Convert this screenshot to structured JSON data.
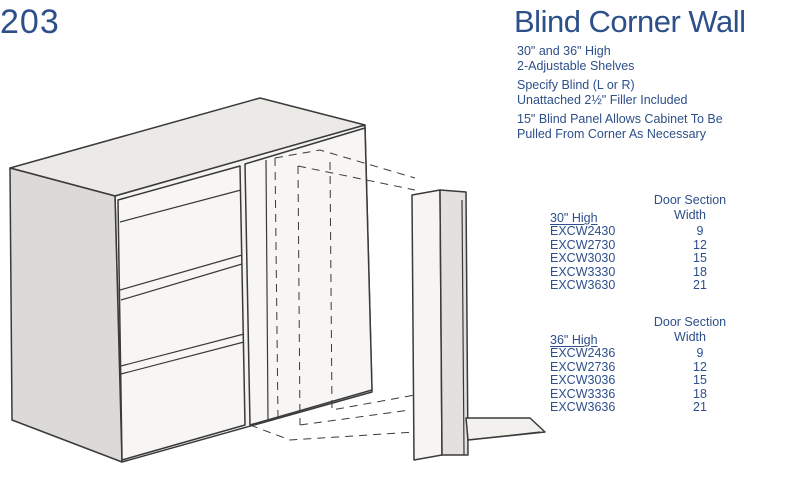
{
  "page_number": "203",
  "title": "Blind Corner Wall",
  "description": [
    [
      "30\" and 36\" High",
      "2-Adjustable Shelves"
    ],
    [
      "Specify Blind (L or R)",
      "Unattached 2½\" Filler Included"
    ],
    [
      "15\" Blind Panel Allows Cabinet To Be",
      "Pulled From Corner As Necessary"
    ]
  ],
  "tables": [
    {
      "height_label": "30\" High",
      "col_label_1": "Door Section",
      "col_label_2": "Width",
      "rows": [
        {
          "model": "EXCW2430",
          "width": "9"
        },
        {
          "model": "EXCW2730",
          "width": "12"
        },
        {
          "model": "EXCW3030",
          "width": "15"
        },
        {
          "model": "EXCW3330",
          "width": "18"
        },
        {
          "model": "EXCW3630",
          "width": "21"
        }
      ]
    },
    {
      "height_label": "36\" High",
      "col_label_1": "Door Section",
      "col_label_2": "Width",
      "rows": [
        {
          "model": "EXCW2436",
          "width": "9"
        },
        {
          "model": "EXCW2736",
          "width": "12"
        },
        {
          "model": "EXCW3036",
          "width": "15"
        },
        {
          "model": "EXCW3336",
          "width": "18"
        },
        {
          "model": "EXCW3636",
          "width": "21"
        }
      ]
    }
  ],
  "colors": {
    "text": "#2d4f8a",
    "line": "#3a3a3a",
    "face": "#f4f3f1",
    "shade": "#dcdad6"
  }
}
